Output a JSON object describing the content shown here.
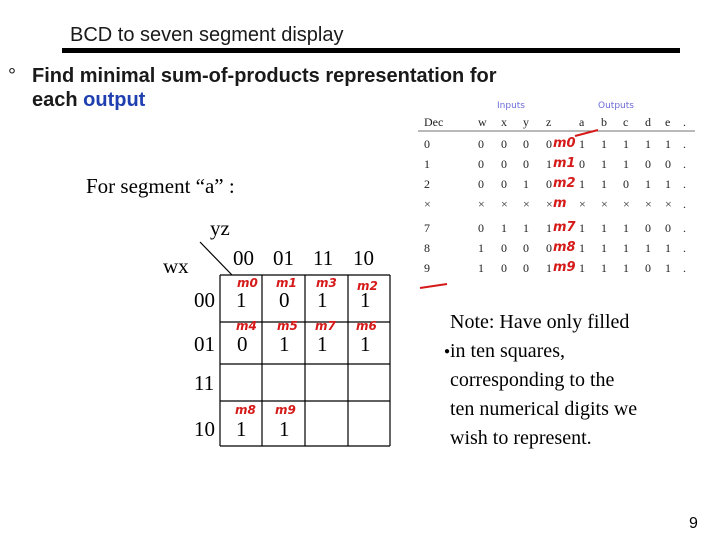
{
  "slide": {
    "title": "BCD to seven segment display",
    "bullet_marker": "°",
    "bullet_line1": "Find minimal sum-of-products representation for",
    "bullet_line2_prefix": "each ",
    "bullet_line2_highlight": "output",
    "segment_label": "For segment “a” :",
    "note": "Note: Have only filled in ten squares, corresponding to the ten numerical digits we wish to represent.",
    "page_number": "9",
    "colors": {
      "highlight": "#1f3fb0",
      "ink": "#d61a1a",
      "header": "#7a7ae0"
    }
  },
  "kmap": {
    "col_var": "yz",
    "row_var": "wx",
    "col_headers": [
      "00",
      "01",
      "11",
      "10"
    ],
    "row_headers": [
      "00",
      "01",
      "11",
      "10"
    ],
    "cells": [
      [
        "1",
        "0",
        "1",
        "1"
      ],
      [
        "0",
        "1",
        "1",
        "1"
      ],
      [
        "",
        "",
        "",
        ""
      ],
      [
        "1",
        "1",
        "",
        ""
      ]
    ],
    "minterm_annotations": [
      [
        "m0",
        "m1",
        "m3",
        "m2"
      ],
      [
        "m4",
        "m5",
        "m7",
        "m6"
      ],
      [
        "",
        "",
        "",
        ""
      ],
      [
        "m8",
        "m9",
        "",
        ""
      ]
    ]
  },
  "truth_table": {
    "group_labels": [
      "Inputs",
      "Outputs"
    ],
    "headers": [
      "Dec",
      "w",
      "x",
      "y",
      "z",
      "a",
      "b",
      "c",
      "d",
      "e",
      "."
    ],
    "rows": [
      [
        "0",
        "0",
        "0",
        "0",
        "0",
        "1",
        "1",
        "1",
        "1",
        "1",
        "."
      ],
      [
        "1",
        "0",
        "0",
        "0",
        "1",
        "0",
        "1",
        "1",
        "0",
        "0",
        "."
      ],
      [
        "2",
        "0",
        "0",
        "1",
        "0",
        "1",
        "1",
        "0",
        "1",
        "1",
        "."
      ],
      [
        "×",
        "×",
        "×",
        "×",
        "×",
        "×",
        "×",
        "×",
        "×",
        "×",
        "."
      ],
      [
        "7",
        "0",
        "1",
        "1",
        "1",
        "1",
        "1",
        "1",
        "0",
        "0",
        "."
      ],
      [
        "8",
        "1",
        "0",
        "0",
        "0",
        "1",
        "1",
        "1",
        "1",
        "1",
        "."
      ],
      [
        "9",
        "1",
        "0",
        "0",
        "1",
        "1",
        "1",
        "1",
        "0",
        "1",
        "."
      ]
    ],
    "row_annotations": [
      "m0",
      "m1",
      "m2",
      "m",
      "m7",
      "m8",
      "m9"
    ]
  }
}
